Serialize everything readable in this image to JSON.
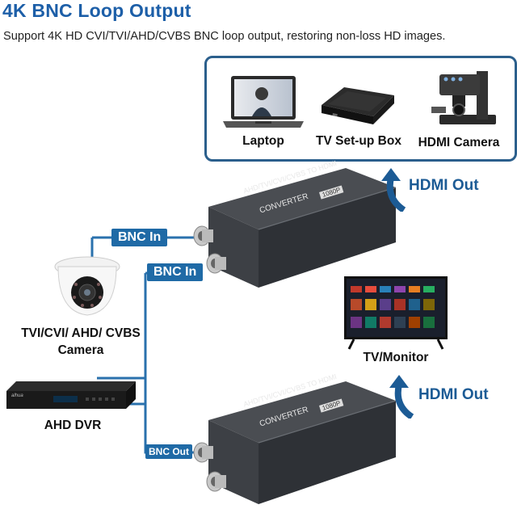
{
  "header": {
    "title": "4K BNC Loop Output",
    "subtitle": "Support 4K HD CVI/TVI/AHD/CVBS BNC loop output, restoring non-loss HD images."
  },
  "display_devices": [
    {
      "label": "Laptop",
      "icon": "laptop-icon"
    },
    {
      "label": "TV Set-up Box",
      "icon": "set-top-box-icon"
    },
    {
      "label": "HDMI Camera",
      "icon": "microscope-camera-icon"
    }
  ],
  "converter": {
    "front_text": "AHD/TVI/CVI/CVBS TO HDMI",
    "front_text2": "CONVERTER",
    "badge": "1080P"
  },
  "signals": {
    "bnc_in_1": "BNC In",
    "bnc_in_2": "BNC In",
    "bnc_out": "BNC Out",
    "hdmi_out_1": "HDMI Out",
    "hdmi_out_2": "HDMI Out"
  },
  "sources": {
    "camera_label_1": "TVI/CVI/ AHD/ CVBS",
    "camera_label_2": "Camera",
    "dvr_label": "AHD DVR",
    "dvr_brand": "alhua"
  },
  "tv": {
    "label": "TV/Monitor"
  },
  "colors": {
    "accent": "#1f6aa6",
    "title": "#1d5fa8",
    "line": "#2a71ad",
    "box_border": "#2b5f8c"
  }
}
